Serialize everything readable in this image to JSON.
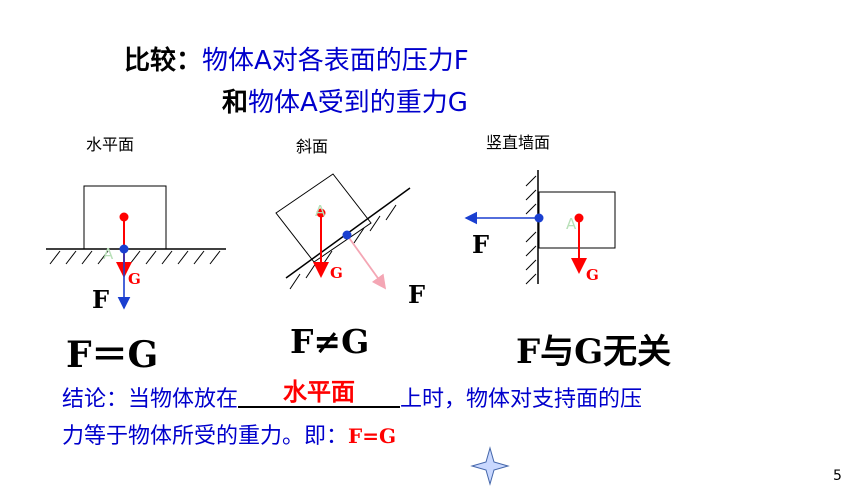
{
  "title": {
    "prefix": "比较：",
    "line1": "物体A对各表面的压力F",
    "line2_prefix": "和",
    "line2": "物体A受到的重力G"
  },
  "captions": {
    "horizontal": "水平面",
    "incline": "斜面",
    "vertical": "竖直墙面"
  },
  "labels": {
    "F": "F",
    "G": "G",
    "A": "A"
  },
  "results": {
    "horizontal": "F＝G",
    "incline": "F≠G",
    "vertical": "F与G无关"
  },
  "conclusion": {
    "part1": "结论：当物体放在",
    "blank": "水平面",
    "part2": "上时，物体对支持面的压",
    "line2": "力等于物体所受的重力。即：",
    "equation": "F=G"
  },
  "page_number": "5",
  "colors": {
    "blue": "#0000cc",
    "red": "#ff0000",
    "pink": "#f4a6b4",
    "arrow_blue": "#1a3fd0"
  }
}
